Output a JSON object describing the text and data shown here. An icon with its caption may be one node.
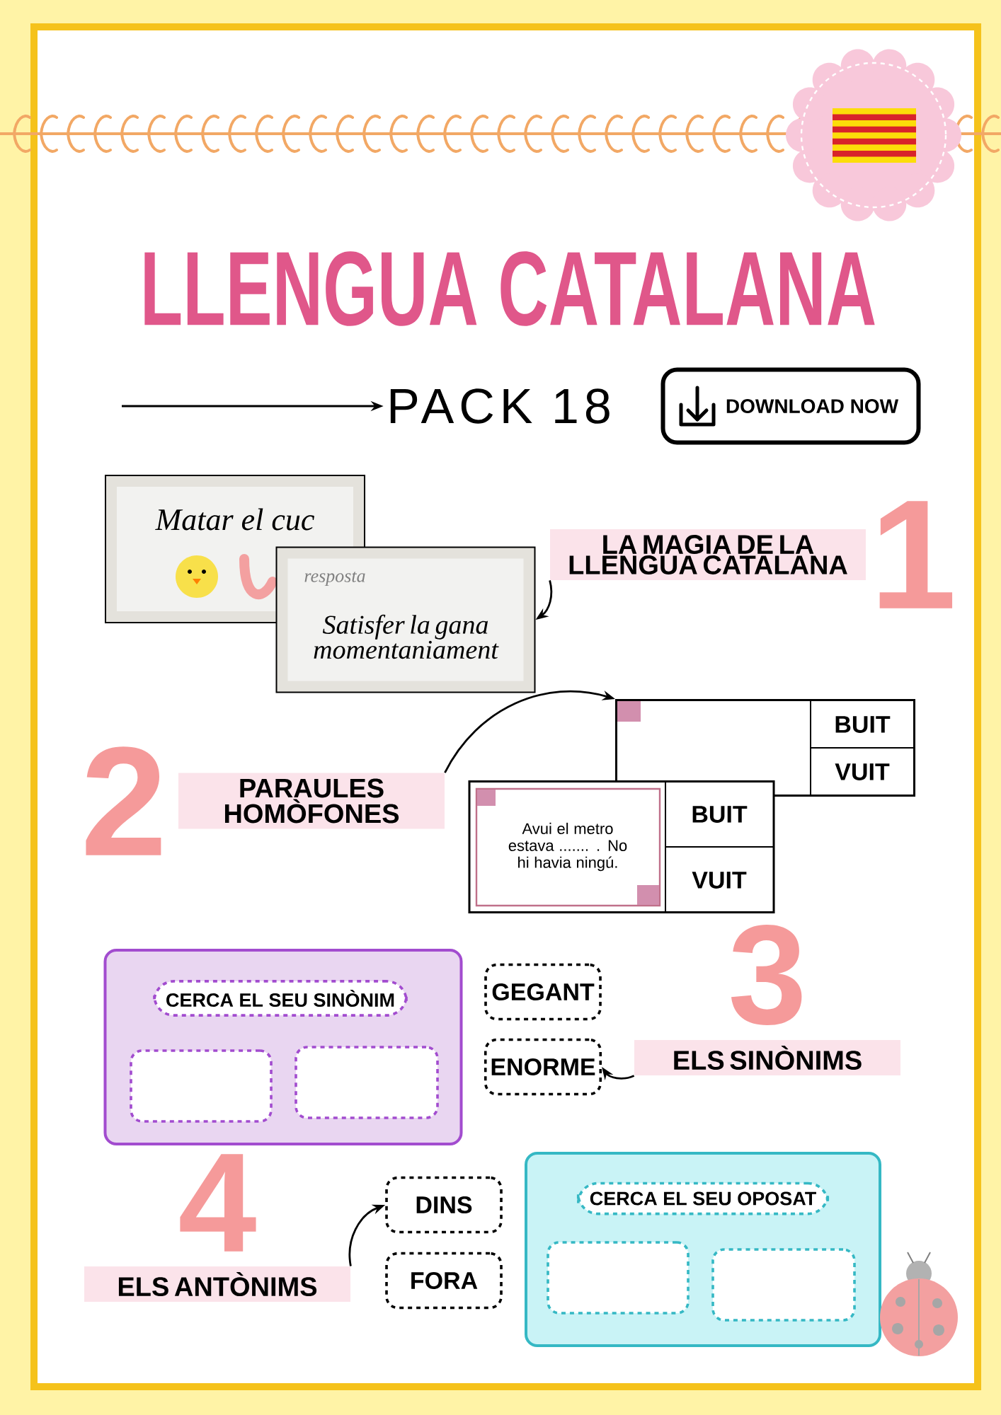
{
  "diagram": {
    "title": "LLENGUA CATALANA",
    "nodes": [
      {
        "text": [
          "PACK 18"
        ]
      },
      {
        "text": [
          "DOWNLOAD NOW"
        ]
      },
      {
        "text": [
          "Matar el cuc"
        ]
      },
      {
        "text": [
          "resposta",
          "Satisfer la gana momentaniament"
        ]
      },
      {
        "text": [
          "LA MAGIA DE LA LLENGUA CATALANA",
          "1"
        ]
      },
      {
        "text": [
          "2",
          "PARAULES HOMÒFONES"
        ]
      },
      {
        "text": [
          "BUIT",
          "VUIT"
        ]
      },
      {
        "text": [
          "Avui el metro estava ....... . No hi havia ningú.",
          "BUIT",
          "VUIT"
        ]
      },
      {
        "text": [],
        "shape": "box"
      },
      {
        "text": [
          "CERCA EL SEU SINÒNIM"
        ],
        "in": 8
      },
      {
        "text": [],
        "shape": "box",
        "in": 8
      },
      {
        "text": [],
        "shape": "box",
        "in": 8
      },
      {
        "text": [
          "GEGANT"
        ]
      },
      {
        "text": [
          "ENORME"
        ]
      },
      {
        "text": [
          "3",
          "ELS SINÒNIMS"
        ]
      },
      {
        "text": [
          "4",
          "ELS ANTÒNIMS"
        ]
      },
      {
        "text": [
          "DINS"
        ]
      },
      {
        "text": [
          "FORA"
        ]
      },
      {
        "text": [],
        "shape": "box"
      },
      {
        "text": [
          "CERCA EL SEU OPOSAT"
        ],
        "in": 18
      },
      {
        "text": [],
        "shape": "box",
        "in": 18
      },
      {
        "text": [],
        "shape": "box",
        "in": 18
      }
    ],
    "edges": [
      {
        "from": null,
        "to": 0,
        "arrow": "to"
      },
      {
        "from": 4,
        "to": 3,
        "arrow": "to"
      },
      {
        "from": 5,
        "to": 6,
        "arrow": "to"
      },
      {
        "from": 14,
        "to": 13,
        "arrow": "to"
      },
      {
        "from": 15,
        "to": 16,
        "arrow": "to"
      }
    ]
  }
}
